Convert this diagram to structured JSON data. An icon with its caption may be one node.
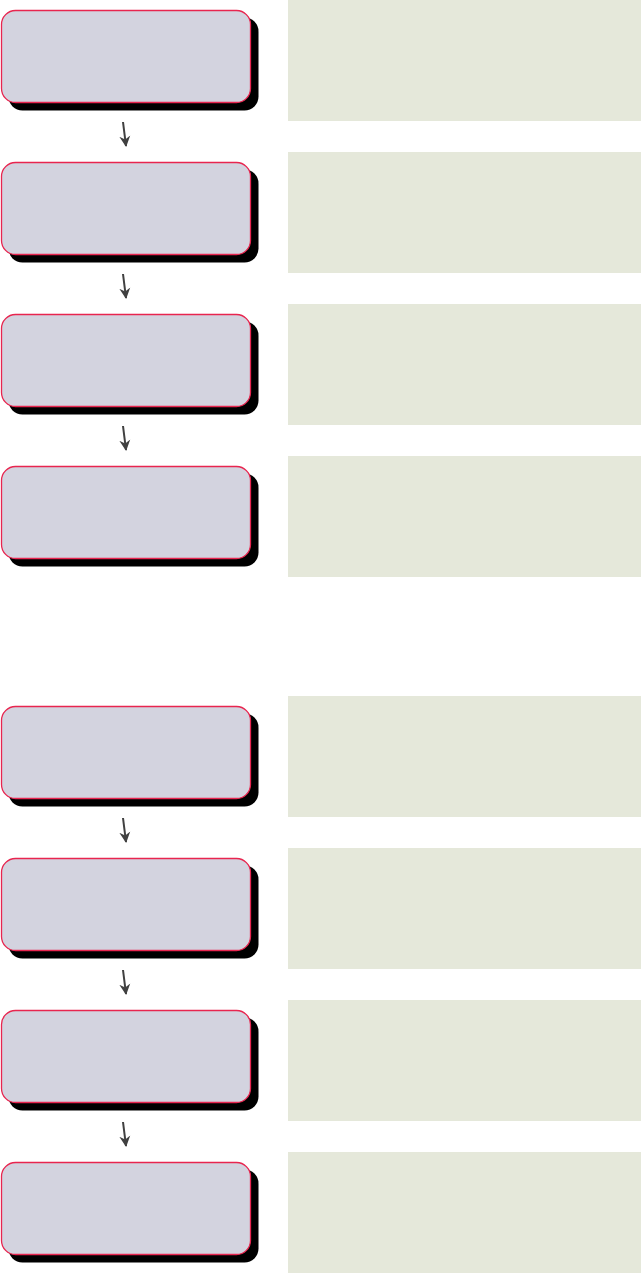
{
  "diagram": {
    "nodes": [
      {
        "text": [],
        "shape": "box"
      },
      {
        "text": [],
        "shape": "rectangle"
      },
      {
        "text": [],
        "shape": "box"
      },
      {
        "text": [],
        "shape": "rectangle"
      },
      {
        "text": [],
        "shape": "box"
      },
      {
        "text": [],
        "shape": "rectangle"
      },
      {
        "text": [],
        "shape": "box"
      },
      {
        "text": [],
        "shape": "rectangle"
      },
      {
        "text": [],
        "shape": "box"
      },
      {
        "text": [],
        "shape": "rectangle"
      },
      {
        "text": [],
        "shape": "box"
      },
      {
        "text": [],
        "shape": "rectangle"
      },
      {
        "text": [],
        "shape": "box"
      },
      {
        "text": [],
        "shape": "rectangle"
      },
      {
        "text": [],
        "shape": "box"
      },
      {
        "text": [],
        "shape": "rectangle"
      }
    ],
    "edges": [
      {
        "from": 0,
        "to": 2,
        "arrow": "to"
      },
      {
        "from": 2,
        "to": 4,
        "arrow": "to"
      },
      {
        "from": 4,
        "to": 6,
        "arrow": "to"
      },
      {
        "from": 8,
        "to": 10,
        "arrow": "to"
      },
      {
        "from": 10,
        "to": 12,
        "arrow": "to"
      },
      {
        "from": 12,
        "to": 14,
        "arrow": "to"
      }
    ]
  }
}
